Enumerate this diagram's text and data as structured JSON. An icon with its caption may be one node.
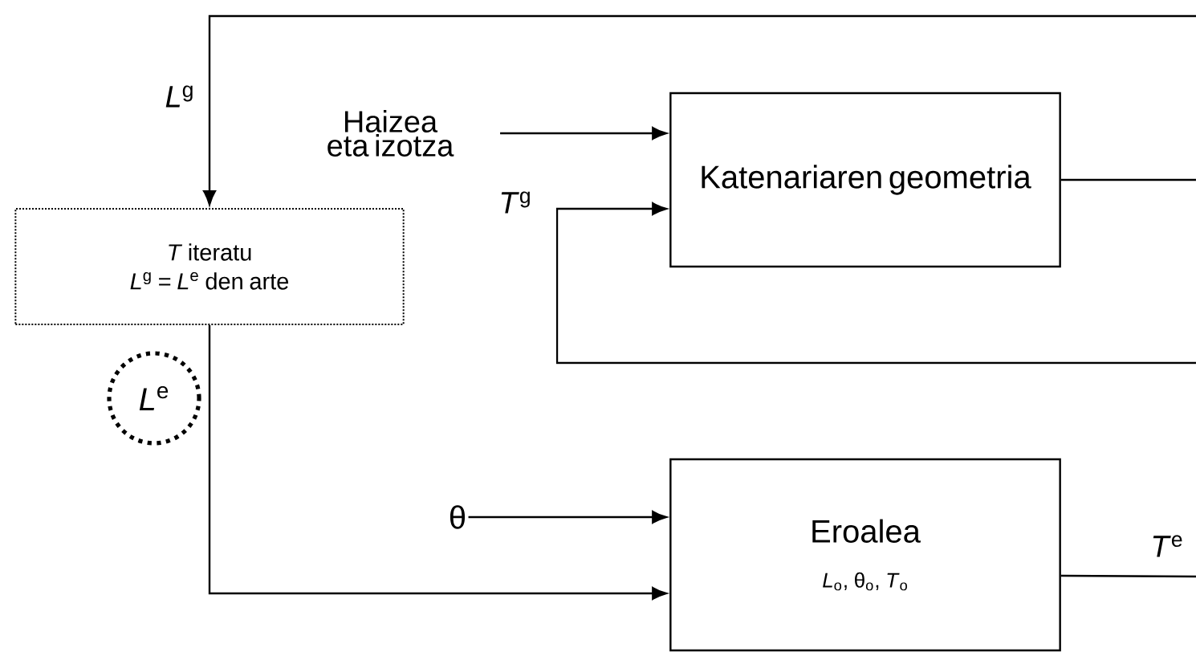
{
  "diagram": {
    "nodes": [
      {
        "text": [
          "*T* iteratu",
          "*L*$^{g}$ = *L*$^{e}$ den arte"
        ]
      },
      {
        "text": [
          "Haizea eta izotza"
        ]
      },
      {
        "text": [
          "Katenariaren geometria"
        ]
      },
      {
        "text": [
          "θ"
        ]
      },
      {
        "text": [
          "Eroalea",
          "*L*$_{o}$, θ$_{o}$, *T*$_{o}$"
        ]
      },
      {
        "text": [
          "*L*$^{e}$"
        ]
      }
    ],
    "edges": [
      {
        "from": null,
        "to": 0,
        "arrow": "to",
        "label": "*L*$^{g}$"
      },
      {
        "from": 1,
        "to": 2,
        "arrow": "to"
      },
      {
        "from": null,
        "to": 2,
        "arrow": "to",
        "label": "*T*$^{g}$"
      },
      {
        "from": 2,
        "to": null,
        "arrow": "none"
      },
      {
        "from": 3,
        "to": 4,
        "arrow": "to"
      },
      {
        "from": 0,
        "to": 4,
        "arrow": "to"
      },
      {
        "from": 4,
        "to": null,
        "arrow": "none",
        "label": "*T*$^{e}$"
      }
    ]
  }
}
